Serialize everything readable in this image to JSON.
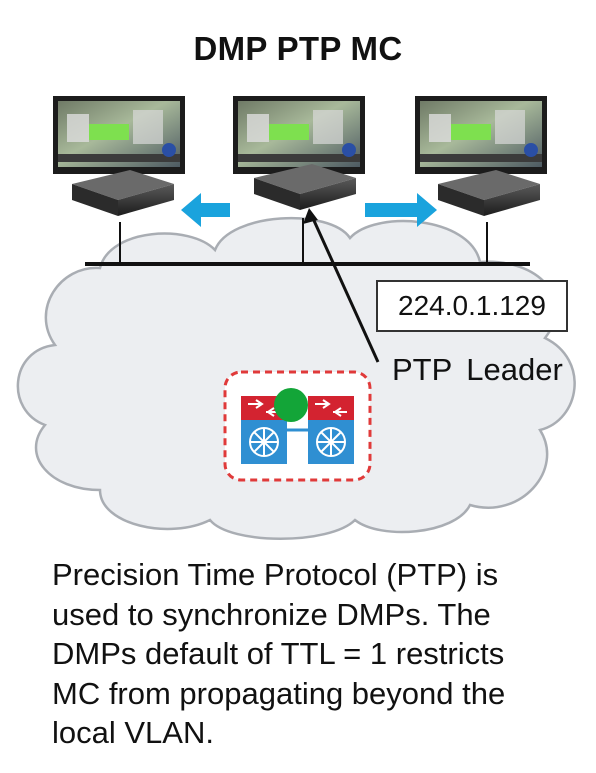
{
  "title": "DMP PTP MC",
  "ip_address": "224.0.1.129",
  "leader_label_part1": "PTP",
  "leader_label_part2": "Leader",
  "caption_lines": [
    "Precision Time Protocol (PTP) is",
    "used to synchronize DMPs. The",
    "DMPs default of TTL = 1 restricts",
    "MC from propagating beyond the",
    "local VLAN."
  ],
  "colors": {
    "arrow": "#1aa3dd",
    "switch_red": "#d32330",
    "switch_blue": "#2f8fd2",
    "leader_dot": "#13a538",
    "dashed_box": "#e03a3a",
    "cloud_fill": "#eceef1",
    "cloud_stroke": "#a9adb3"
  }
}
